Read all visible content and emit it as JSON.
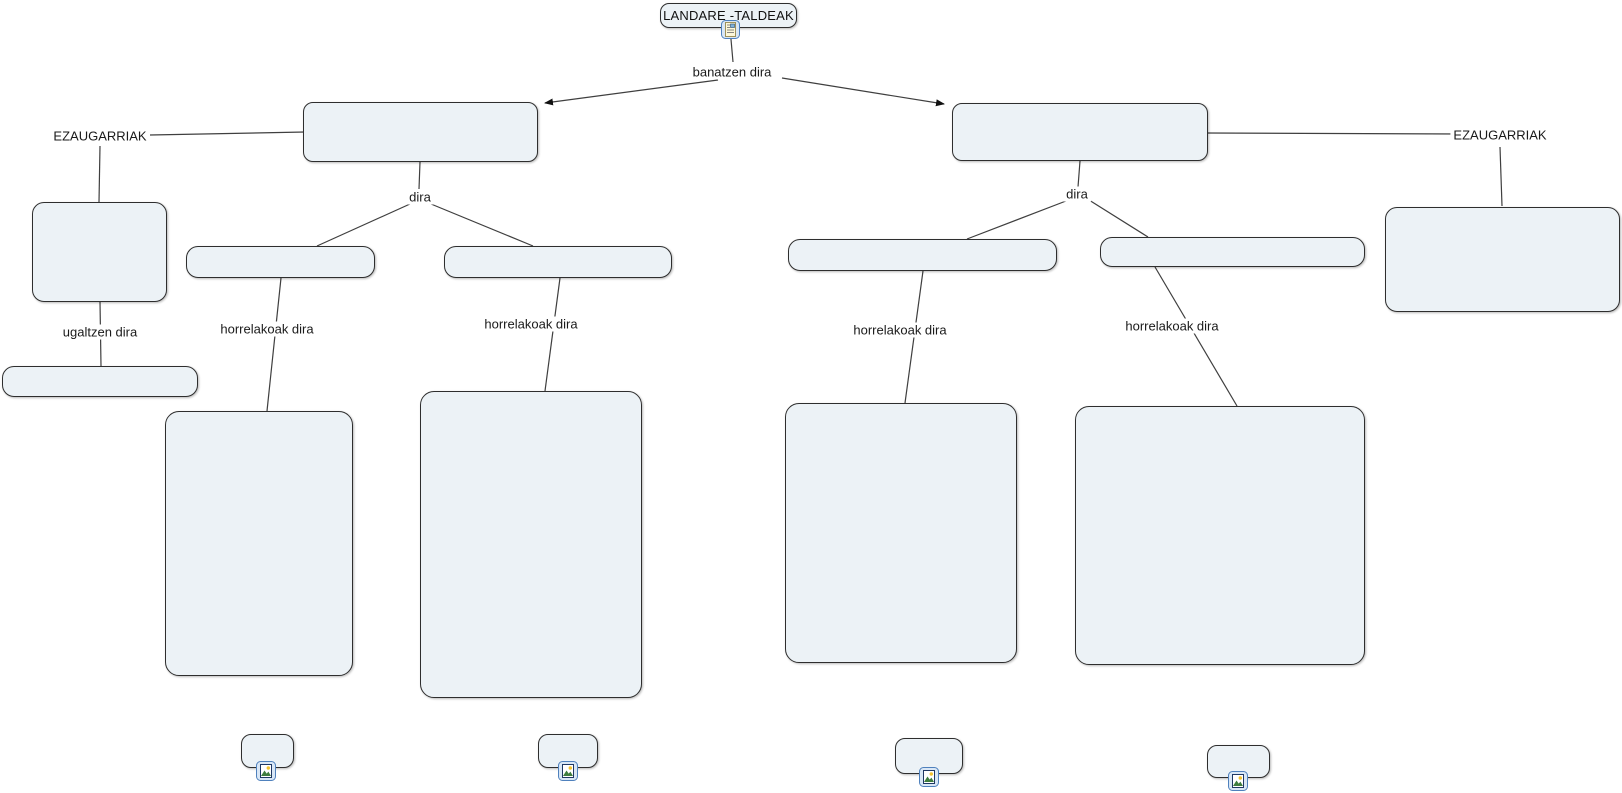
{
  "map": {
    "root_label": "LANDARE -TALDEAK",
    "link_phrases": {
      "banatzen": "banatzen dira",
      "ezaugarriak_left": "EZAUGARRIAK",
      "ezaugarriak_right": "EZAUGARRIAK",
      "dira_left": "dira",
      "dira_right": "dira",
      "ugaltzen": "ugaltzen dira",
      "horrelakoak_left_1": "horrelakoak dira",
      "horrelakoak_left_2": "horrelakoak dira",
      "horrelakoak_right_1": "horrelakoak dira",
      "horrelakoak_right_2": "horrelakoak dira"
    },
    "concepts": [
      {
        "id": "root",
        "label": "LANDARE -TALDEAK"
      },
      {
        "id": "group-left",
        "label": ""
      },
      {
        "id": "group-right",
        "label": ""
      },
      {
        "id": "characteristics-left",
        "label": ""
      },
      {
        "id": "characteristics-right",
        "label": ""
      },
      {
        "id": "reproduction",
        "label": ""
      },
      {
        "id": "subgroup-left-1",
        "label": ""
      },
      {
        "id": "subgroup-left-2",
        "label": ""
      },
      {
        "id": "subgroup-right-1",
        "label": ""
      },
      {
        "id": "subgroup-right-2",
        "label": ""
      },
      {
        "id": "examples-left-1",
        "label": ""
      },
      {
        "id": "examples-left-2",
        "label": ""
      },
      {
        "id": "examples-right-1",
        "label": ""
      },
      {
        "id": "examples-right-2",
        "label": ""
      },
      {
        "id": "image-node-1",
        "label": ""
      },
      {
        "id": "image-node-2",
        "label": ""
      },
      {
        "id": "image-node-3",
        "label": ""
      },
      {
        "id": "image-node-4",
        "label": ""
      }
    ],
    "icons": {
      "root_resource": "note-document-icon",
      "image_resources": [
        "image-icon",
        "image-icon",
        "image-icon",
        "image-icon"
      ]
    },
    "colors": {
      "node_fill": "#ecf2f6",
      "node_border": "#2e2e2e",
      "connector": "#3f3f3f",
      "icon_frame_border": "#4f81bd",
      "icon_frame_fill": "#d9e7f6",
      "background": "#ffffff"
    }
  }
}
